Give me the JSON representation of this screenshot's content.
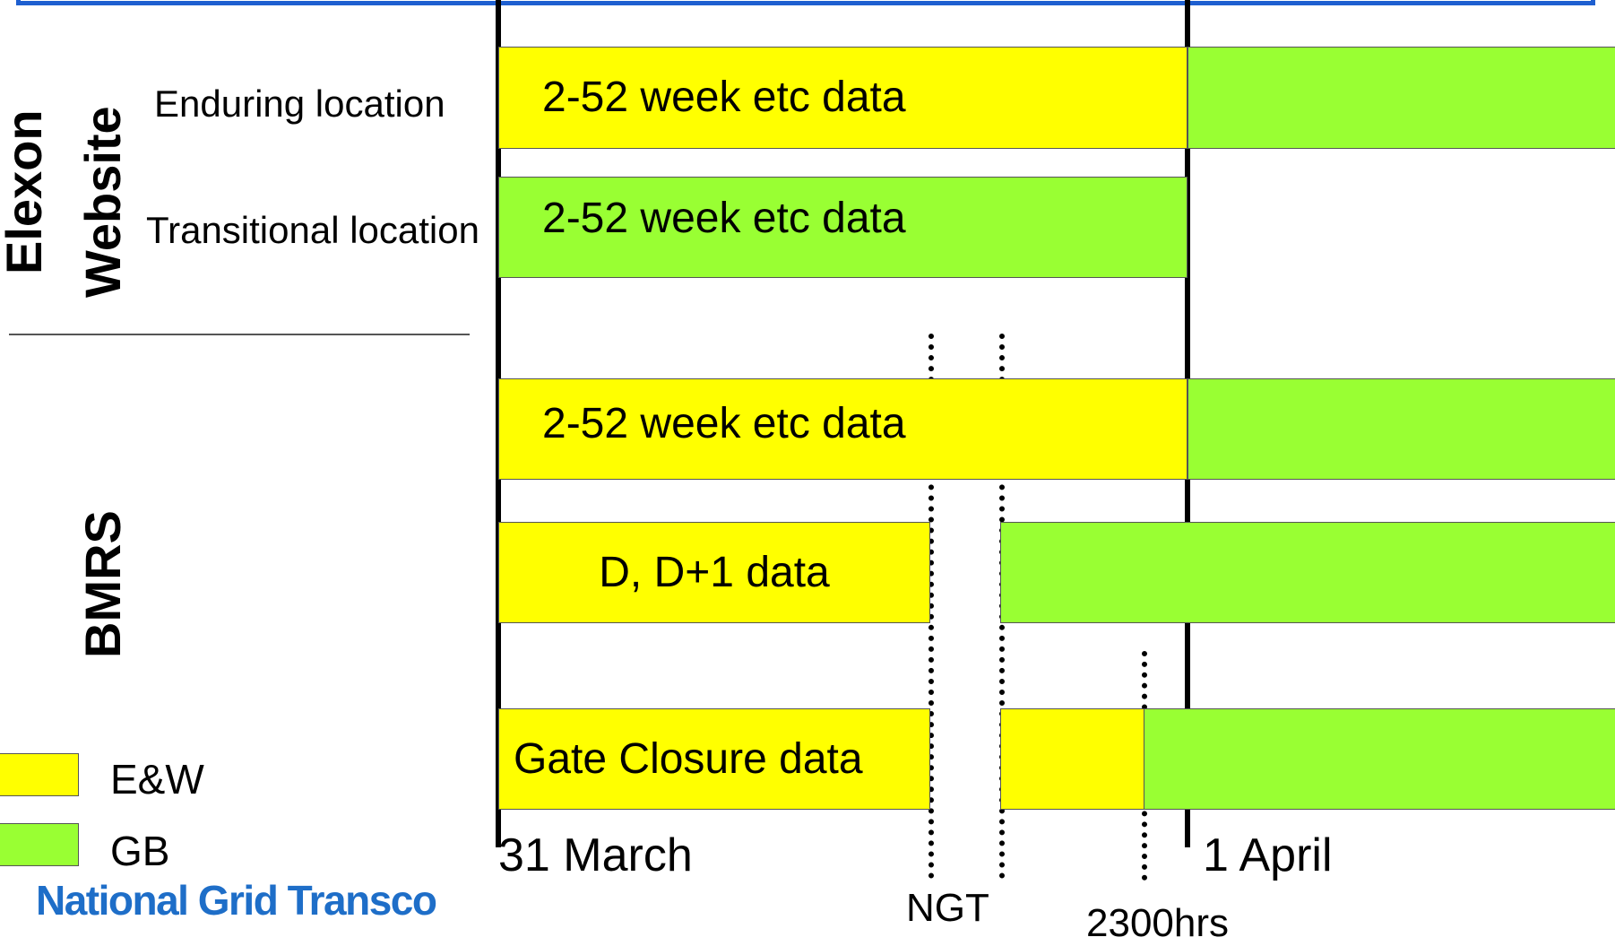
{
  "groups": {
    "elexon_line1": "Elexon",
    "elexon_line2": "Website",
    "bmrs": "BMRS"
  },
  "rows": {
    "enduring": "Enduring location",
    "transitional": "Transitional location"
  },
  "bars": {
    "enduring": "2-52 week etc data",
    "transitional": "2-52 week etc data",
    "bmrs_week": "2-52 week etc data",
    "bmrs_d": "D, D+1 data",
    "bmrs_gate": "Gate Closure data"
  },
  "legend": [
    {
      "label": "E&W",
      "color": "#ffff00"
    },
    {
      "label": "GB",
      "color": "#99ff33"
    }
  ],
  "timeline": {
    "start": "31 March",
    "end": "1 April",
    "marker_ngt": "NGT",
    "marker_2300": "2300hrs"
  },
  "logo": "National Grid Transco",
  "colors": {
    "e_and_w": "#ffff00",
    "gb": "#99ff33",
    "frame": "#1e5fd0",
    "logo": "#1e6ec8"
  }
}
